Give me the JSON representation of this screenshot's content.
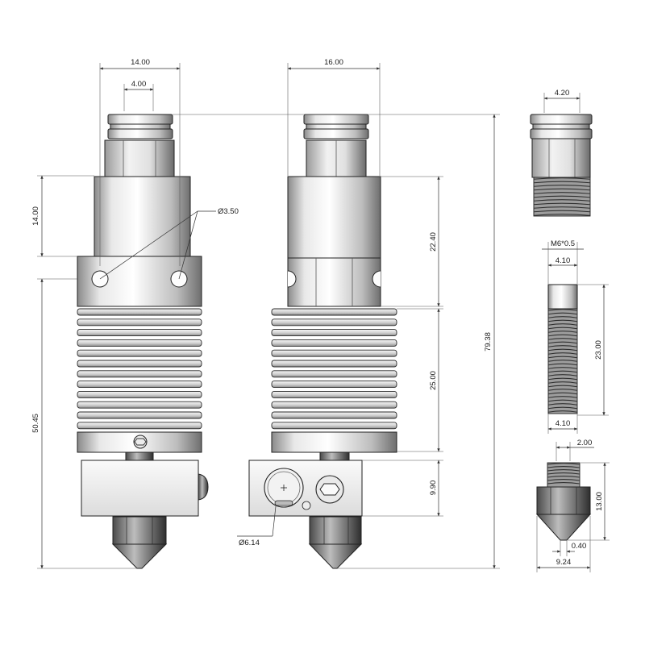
{
  "dimensions": {
    "top_width_left": "14.00",
    "top_inner_left": "4.00",
    "top_width_middle": "16.00",
    "coupler_width": "4.20",
    "height_14": "14.00",
    "hole_diameter": "Ø3.50",
    "height_22_40": "22.40",
    "height_total": "79.38",
    "thread_label": "M6*0.5",
    "throat_top_width": "4.10",
    "throat_length": "23.00",
    "throat_bottom_width": "4.10",
    "height_50_45": "50.45",
    "heatsink_height": "25.00",
    "nozzle_thread": "2.00",
    "block_height": "9.90",
    "nozzle_height": "13.00",
    "heater_diameter": "Ø6.14",
    "nozzle_tip": "0.40",
    "nozzle_width": "9.24"
  },
  "colors": {
    "metal_light": "#f4f4f4",
    "metal_mid": "#c9c9c9",
    "metal_dark": "#7d7d7d",
    "nozzle_dark": "#3a3a3a",
    "line": "#222222"
  }
}
